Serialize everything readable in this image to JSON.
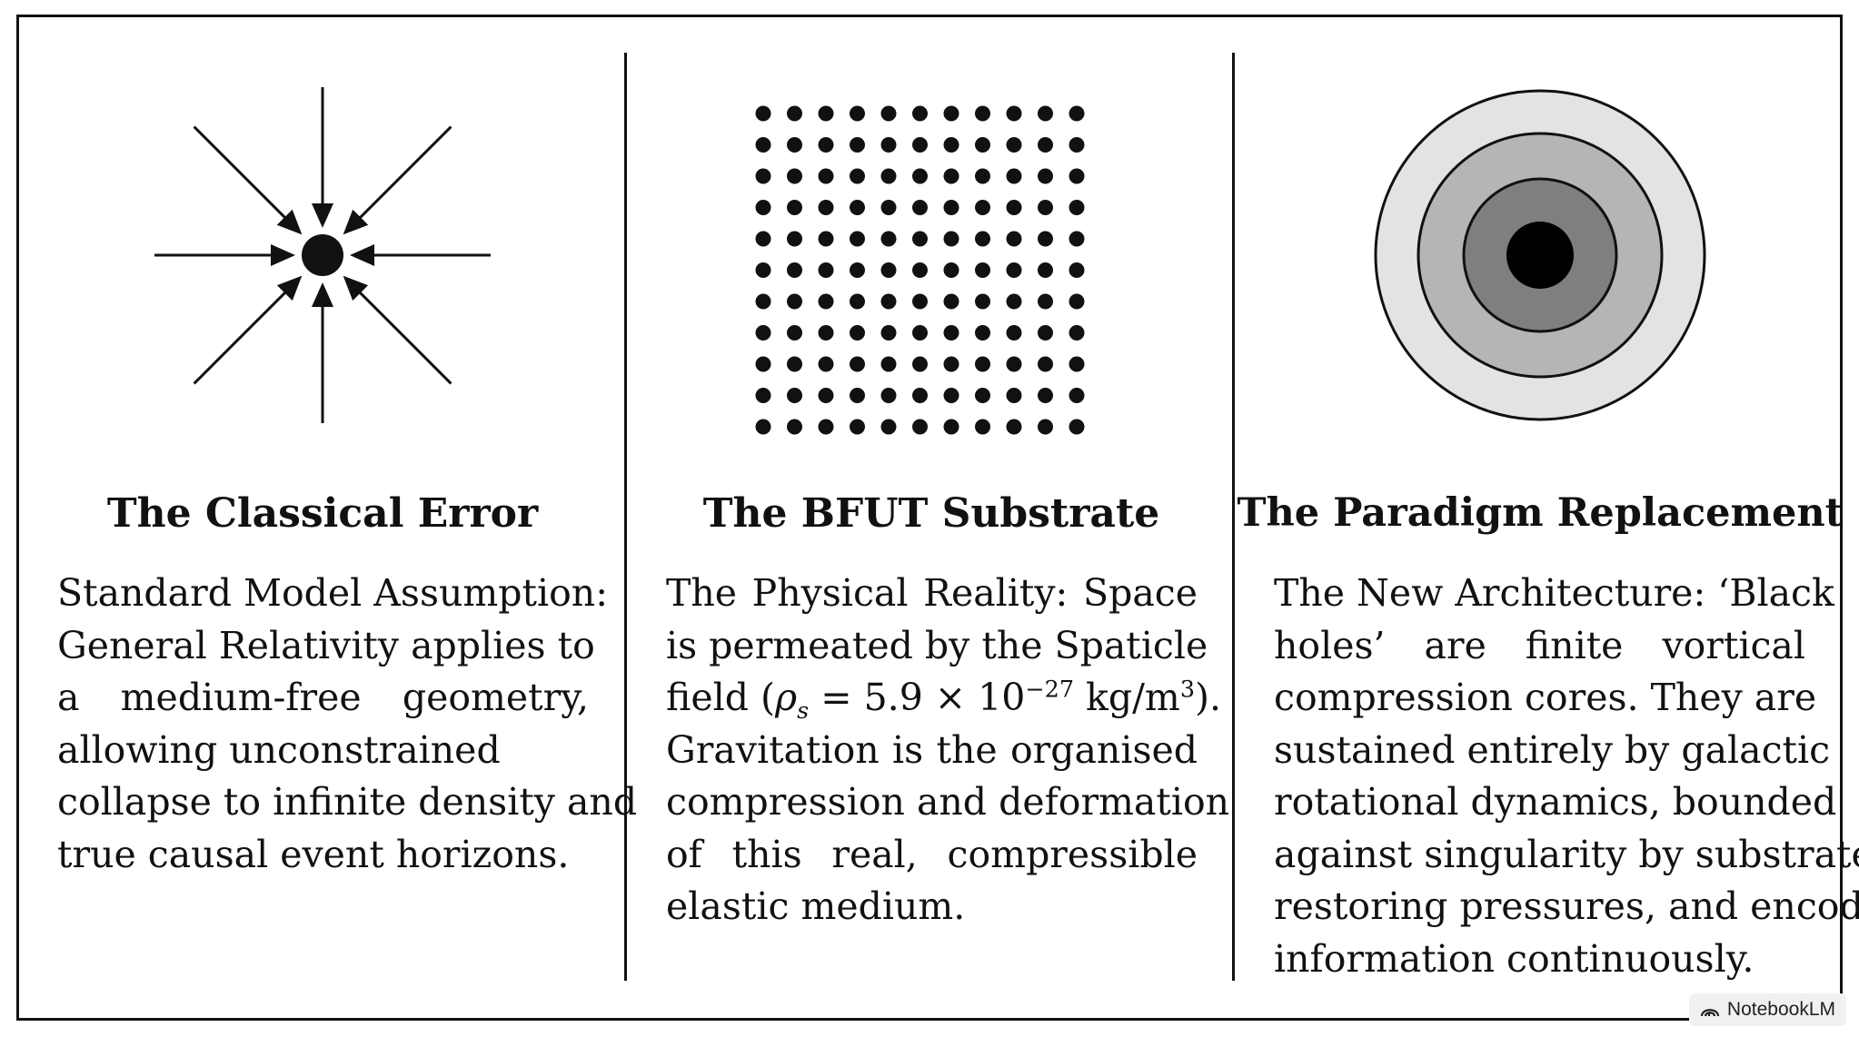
{
  "panels": [
    {
      "title": "The Classical Error",
      "lines": [
        "Standard Model Assumption:",
        "General Relativity applies to",
        "a medium-free geometry,",
        "allowing unconstrained",
        "collapse to infinite density and",
        "true causal event horizons."
      ],
      "icon": "converging-arrows-icon"
    },
    {
      "title": "The BFUT Substrate",
      "lines": [
        "The Physical Reality: Space",
        "is permeated by the Spaticle",
        "field (ρs = 5.9 × 10−27 kg/m3).",
        "Gravitation is the organised",
        "compression and deformation",
        "of this real, compressible",
        "elastic medium."
      ],
      "formula": {
        "prefix": "field (",
        "symbol": "ρ",
        "subscript": "s",
        "equals": " = 5.9 × 10",
        "exponent": "−27",
        "unit": " kg/m",
        "unit_exponent": "3",
        "suffix": ")."
      },
      "icon": "dot-grid-icon"
    },
    {
      "title": "The Paradigm Replacement",
      "lines": [
        "The New Architecture: ‘Black",
        "holes’ are finite vortical",
        "compression cores. They are",
        "sustained entirely by galactic",
        "rotational dynamics, bounded",
        "against singularity by substrate",
        "restoring pressures, and encode",
        "information continuously."
      ],
      "icon": "concentric-rings-icon"
    }
  ],
  "badge": {
    "label": "NotebookLM",
    "icon": "notebooklm-logo-icon"
  },
  "colors": {
    "ink": "#111111",
    "ring_outer": "#e3e3e3",
    "ring_2": "#b5b5b5",
    "ring_3": "#7f7f7f",
    "core": "#000000"
  }
}
